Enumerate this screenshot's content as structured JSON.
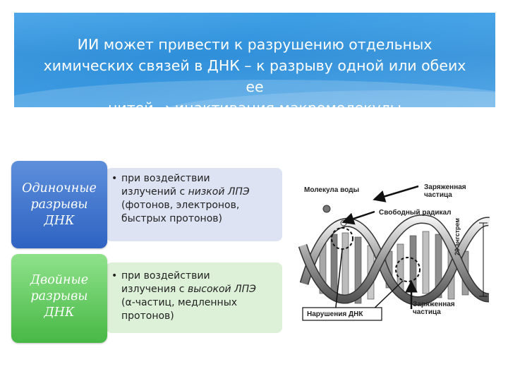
{
  "title": {
    "line1": "ИИ может привести к разрушению отдельных",
    "line2": "химических связей в ДНК – к разрыву одной или обеих ее",
    "line3": "нитей → инактивация макромолекулы"
  },
  "rows": [
    {
      "label_lines": [
        "Одиночные",
        "разрывы",
        "ДНК"
      ],
      "text": {
        "l1": "при воздействии",
        "l2a": "излучений с ",
        "l2b": "низкой ЛПЭ",
        "l3": "(фотонов, электронов,",
        "l4": "быстрых протонов)"
      },
      "accent": "#2e63c2"
    },
    {
      "label_lines": [
        "Двойные",
        "разрывы",
        "ДНК"
      ],
      "text": {
        "l1": "при воздействии",
        "l2a": "излучения с ",
        "l2b": "высокой ЛПЭ",
        "l3": "(α-частиц, медленных",
        "l4": "протонов)"
      },
      "accent": "#47b845"
    }
  ],
  "figure": {
    "water_molecule": "Молекула воды",
    "charged_particle_top": [
      "Заряженная",
      "частица"
    ],
    "free_radical": "Свободный радикал",
    "dna_damage": "Нарушения ДНК",
    "charged_particle_bottom": [
      "Заряженная",
      "частица"
    ],
    "scale": "20 ангстрем"
  },
  "bullet_char": "•"
}
